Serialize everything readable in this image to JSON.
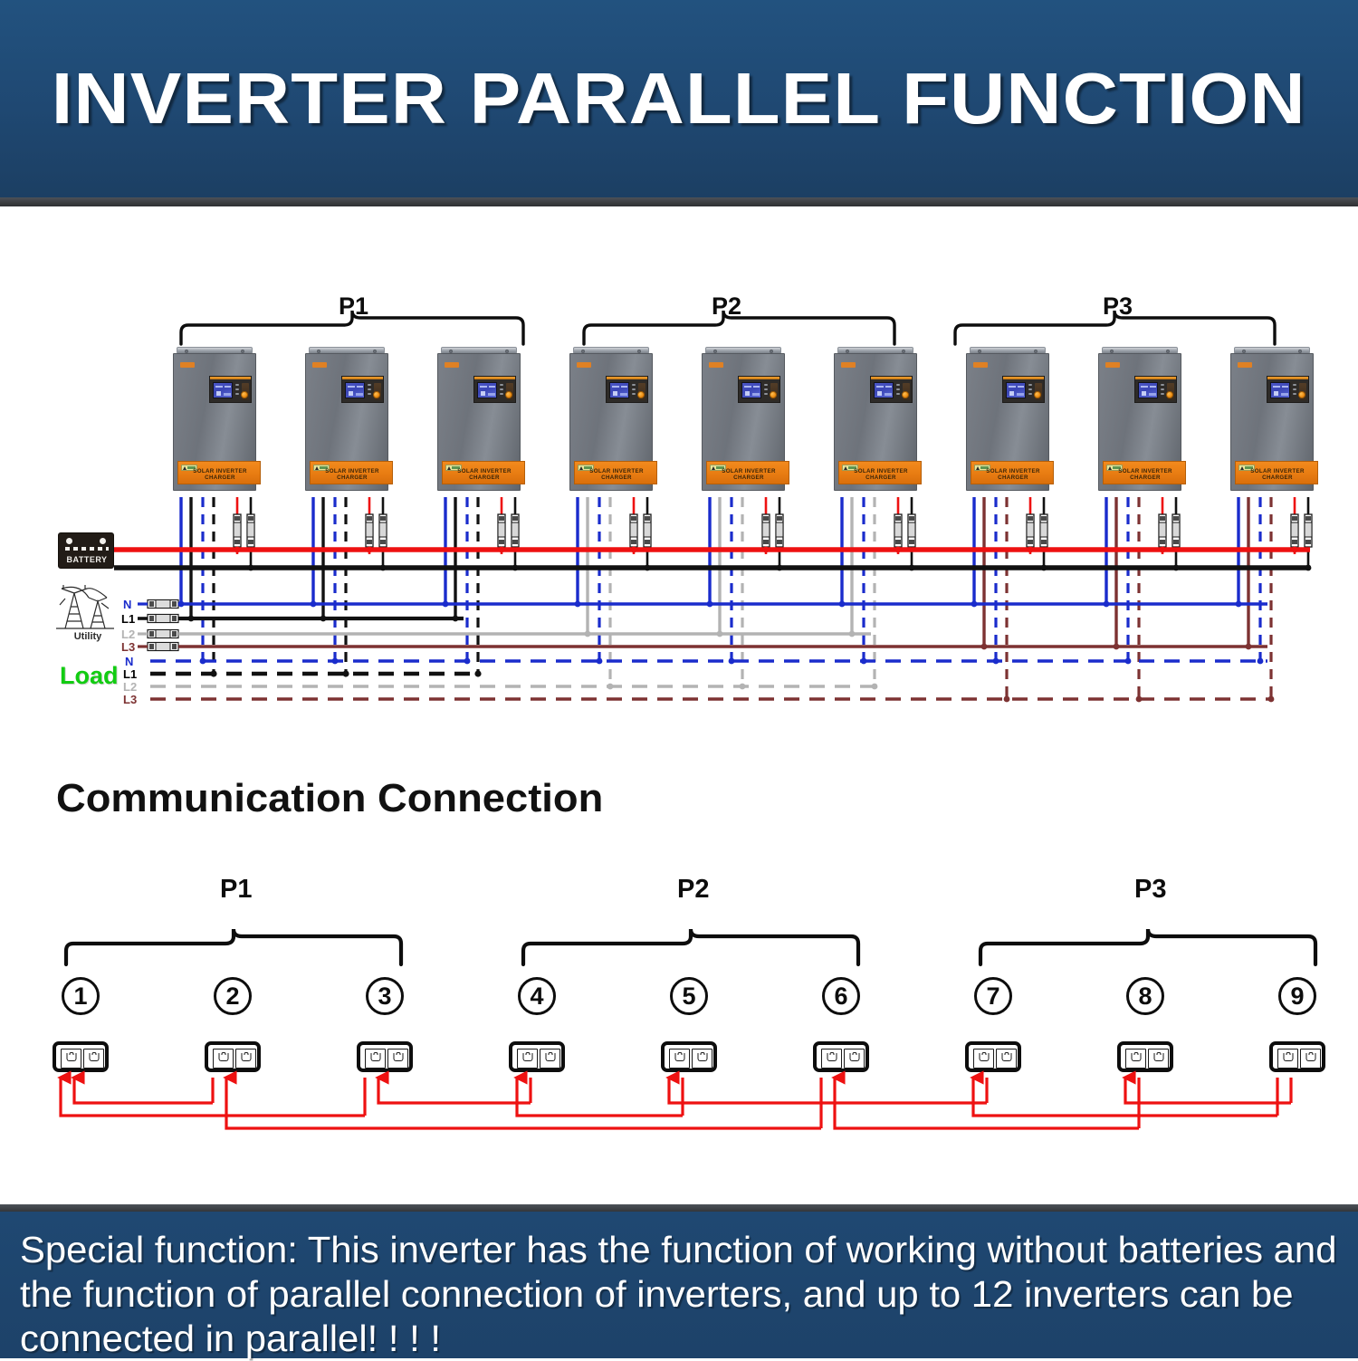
{
  "header": {
    "title": "INVERTER PARALLEL FUNCTION",
    "bg_color": "#1f4872"
  },
  "footer": {
    "text": "Special function: This inverter has the function of working without batteries and the function of parallel connection of inverters, and up to 12 inverters can be connected in parallel! ! ! !",
    "bg_color": "#1f4872"
  },
  "power_diagram": {
    "group_labels": [
      "P1",
      "P2",
      "P3"
    ],
    "inverter_label": "SOLAR INVERTER CHARGER",
    "inverter_count": 9,
    "sources": {
      "battery_label": "BATTERY",
      "utility_label": "Utility",
      "load_label": "Load"
    },
    "utility_lines": [
      {
        "name": "N",
        "color": "#1a2ccc"
      },
      {
        "name": "L1",
        "color": "#000000"
      },
      {
        "name": "L2",
        "color": "#b3b3b3"
      },
      {
        "name": "L3",
        "color": "#7d3232"
      }
    ],
    "load_lines": [
      {
        "name": "N",
        "color": "#1a2ccc"
      },
      {
        "name": "L1",
        "color": "#000000"
      },
      {
        "name": "L2",
        "color": "#b3b3b3"
      },
      {
        "name": "L3",
        "color": "#7d3232"
      }
    ],
    "bus_lines": [
      {
        "name": "battery-positive",
        "color": "#ee1111"
      },
      {
        "name": "battery-negative",
        "color": "#111111"
      }
    ]
  },
  "comm_section": {
    "heading": "Communication Connection",
    "group_labels": [
      "P1",
      "P2",
      "P3"
    ],
    "node_numbers": [
      "1",
      "2",
      "3",
      "4",
      "5",
      "6",
      "7",
      "8",
      "9"
    ],
    "cable_color": "#ee1111",
    "port_count_per_node": 2
  },
  "colors": {
    "banner_blue": "#1f4872",
    "orange": "#e87c12",
    "inverter_gray": "#6e737b",
    "load_green": "#12cc12",
    "red_cable": "#ee1111"
  }
}
